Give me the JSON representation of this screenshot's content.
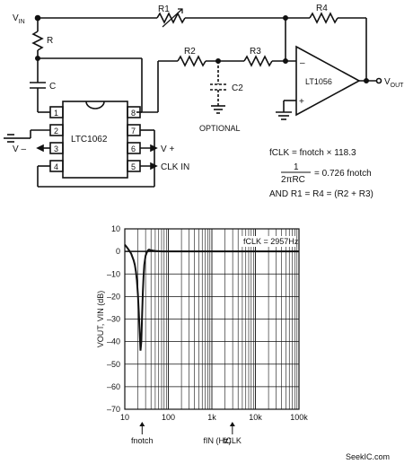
{
  "circuit": {
    "input_label": "V",
    "input_sub": "IN",
    "output_label": "V",
    "output_sub": "OUT",
    "r_label": "R",
    "r1_label": "R1",
    "r2_label": "R2",
    "r3_label": "R3",
    "r4_label": "R4",
    "c_label": "C",
    "c2_label": "C2",
    "optional_label": "OPTIONAL",
    "ic_label": "LTC1062",
    "opamp_label": "LT1056",
    "vminus_label": "V –",
    "vplus_label": "V +",
    "clkin_label": "CLK IN",
    "opamp_minus": "–",
    "opamp_plus": "+",
    "pins": [
      "1",
      "2",
      "3",
      "4",
      "5",
      "6",
      "7",
      "8"
    ]
  },
  "equations": {
    "line1": "fCLK = fnotch × 118.3",
    "line2_num": "1",
    "line2_den": "2πRC",
    "line2_rhs": "= 0.726 fnotch",
    "line3": "AND R1 = R4 = (R2 + R3)"
  },
  "chart_data": {
    "type": "line",
    "title": "",
    "xlabel": "fIN (Hz)",
    "ylabel": "VOUT, VIN (dB)",
    "xscale": "log",
    "xlim": [
      10,
      100000
    ],
    "ylim": [
      -70,
      10
    ],
    "xticks": [
      10,
      100,
      1000,
      10000,
      100000
    ],
    "xtick_labels": [
      "10",
      "100",
      "1k",
      "10k",
      "100k"
    ],
    "yticks": [
      10,
      0,
      -10,
      -20,
      -30,
      -40,
      -50,
      -60,
      -70
    ],
    "ytick_labels": [
      "10",
      "0",
      "–10",
      "–20",
      "–30",
      "–40",
      "–50",
      "–60",
      "–70"
    ],
    "grid": true,
    "annotation": "fCLK = 2957Hz",
    "markers": [
      {
        "label": "fnotch",
        "x": 25
      },
      {
        "label": "fCLK",
        "x": 2957
      }
    ],
    "series": [
      {
        "x": [
          10,
          11,
          12,
          13,
          14,
          15,
          16,
          17,
          18,
          19,
          20,
          21,
          22,
          23,
          24,
          25,
          26,
          27,
          28,
          30,
          32,
          34,
          36,
          40,
          50,
          70,
          100,
          300,
          1000,
          3000,
          10000,
          30000,
          100000
        ],
        "values": [
          3,
          2,
          1,
          0,
          -1,
          -2.5,
          -4,
          -6,
          -9,
          -13,
          -19,
          -27,
          -36,
          -44,
          -40,
          -28,
          -18,
          -11,
          -6,
          -2,
          -0.5,
          0.5,
          0.8,
          0.5,
          0.2,
          0,
          0,
          0,
          0,
          0,
          0,
          0,
          0
        ]
      }
    ]
  },
  "footer": {
    "watermark": "SeekIC.com"
  }
}
